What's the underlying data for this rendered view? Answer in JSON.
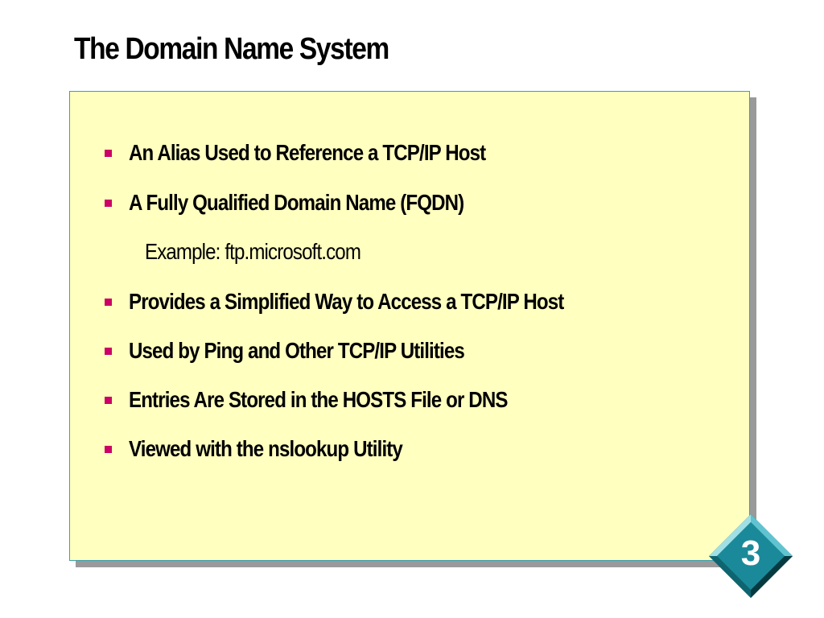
{
  "slide": {
    "title": "The Domain Name System",
    "bullets": [
      "An Alias Used to Reference a TCP/IP Host",
      "A Fully Qualified Domain Name (FQDN)",
      "Provides a Simplified Way to Access a TCP/IP Host",
      "Used by Ping and Other TCP/IP Utilities",
      "Entries Are Stored in the HOSTS File or DNS",
      "Viewed with the nslookup Utility"
    ],
    "example": "Example: ftp.microsoft.com",
    "page_number": "3"
  },
  "colors": {
    "panel_background": "#ffffc0",
    "panel_border": "#3aa0b0",
    "bullet": "#cc0066",
    "badge_face": "#1a8a9a"
  },
  "icons": {
    "bullet": "square-bullet-icon",
    "badge": "diamond-badge-icon"
  }
}
